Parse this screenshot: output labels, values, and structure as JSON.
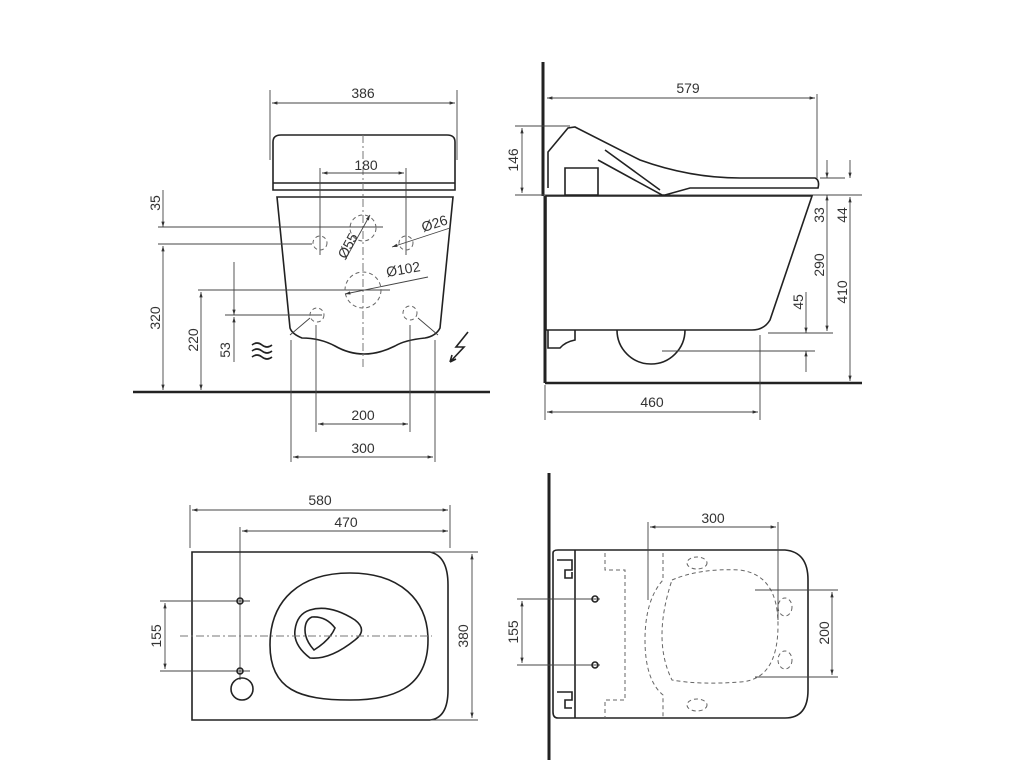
{
  "front_view": {
    "width_386": "386",
    "seat_holes_180": "180",
    "dim_35": "35",
    "dim_320": "320",
    "dim_220": "220",
    "dim_53": "53",
    "dia_55": "Ø55",
    "dia_26": "Ø26",
    "dia_102": "Ø102",
    "dim_200": "200",
    "dim_300": "300"
  },
  "side_view": {
    "length_579": "579",
    "height_146": "146",
    "dim_33": "33",
    "dim_44": "44",
    "dim_290": "290",
    "dim_410": "410",
    "dim_45": "45",
    "depth_460": "460"
  },
  "top_view": {
    "length_580": "580",
    "length_470": "470",
    "spacing_155": "155",
    "width_380": "380"
  },
  "underside_view": {
    "dim_300": "300",
    "dim_200": "200",
    "spacing_155": "155"
  }
}
